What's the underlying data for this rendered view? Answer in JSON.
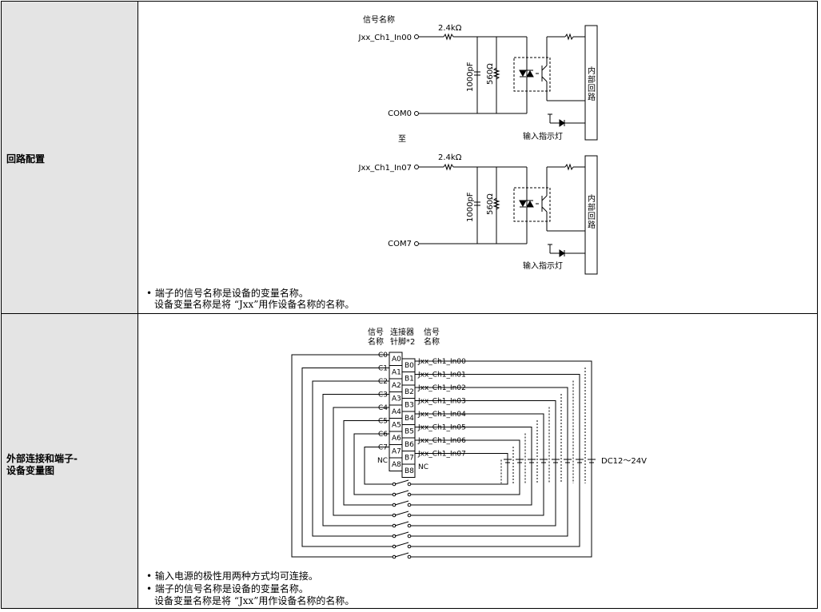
{
  "rows": {
    "circuit": {
      "label": "回路配置",
      "sig_header": "信号名称",
      "in_first": "Jxx_Ch1_In00",
      "in_last": "Jxx_Ch1_In07",
      "com_first": "COM0",
      "com_last": "COM7",
      "to": "至",
      "r_in": "2.4kΩ",
      "cap": "1000pF",
      "r_par": "560Ω",
      "internal": [
        "内",
        "部",
        "回",
        "路"
      ],
      "indicator": "输入指示灯",
      "notes": [
        "• 端子的信号名称是设备的变量名称。",
        "设备变量名称是将 “Jxx”用作设备名称的名称。"
      ]
    },
    "wiring": {
      "label_lines": [
        "外部连接和端子-",
        "设备变量图"
      ],
      "hdr_left": [
        "信号",
        "名称"
      ],
      "hdr_mid": [
        "连接器",
        "针脚*2"
      ],
      "hdr_right": [
        "信号",
        "名称"
      ],
      "left_signals": [
        "C0",
        "C1",
        "C2",
        "C3",
        "C4",
        "C5",
        "C6",
        "C7",
        "NC"
      ],
      "a_pins": [
        "A0",
        "A1",
        "A2",
        "A3",
        "A4",
        "A5",
        "A6",
        "A7",
        "A8"
      ],
      "b_pins": [
        "B0",
        "B1",
        "B2",
        "B3",
        "B4",
        "B5",
        "B6",
        "B7",
        "B8"
      ],
      "right_signals": [
        "Jxx_Ch1_In00",
        "Jxx_Ch1_In01",
        "Jxx_Ch1_In02",
        "Jxx_Ch1_In03",
        "Jxx_Ch1_In04",
        "Jxx_Ch1_In05",
        "Jxx_Ch1_In06",
        "Jxx_Ch1_In07",
        "NC"
      ],
      "supply": "DC12～24V",
      "notes": [
        "• 输入电源的极性用两种方式均可连接。",
        "• 端子的信号名称是设备的变量名称。",
        "设备变量名称是将 “Jxx”用作设备名称的名称。"
      ]
    }
  }
}
